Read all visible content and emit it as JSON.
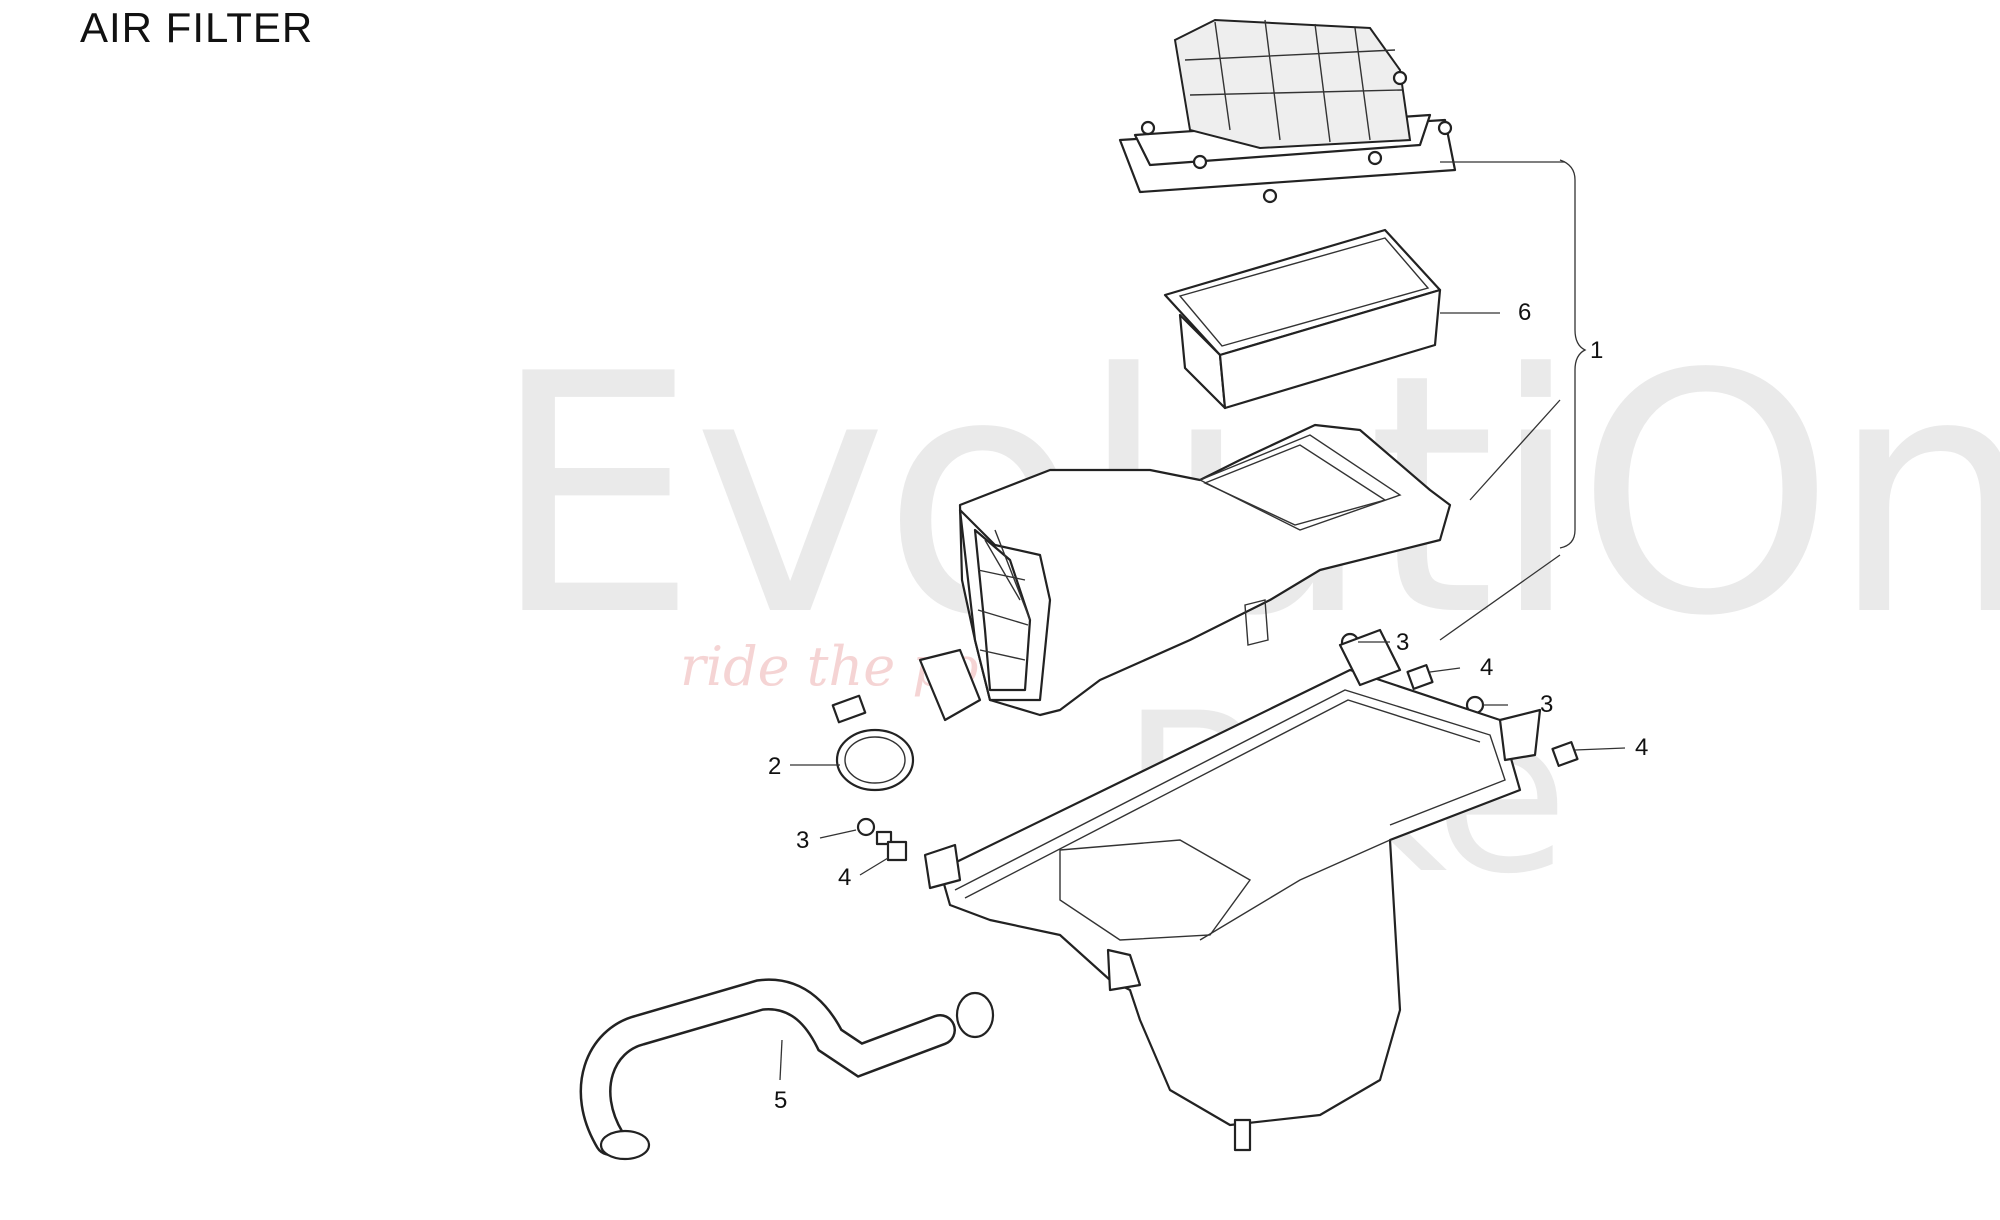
{
  "title": "AIR FILTER",
  "watermark": {
    "main_text": "EvolutiOn",
    "sub_text": "ride the power",
    "secondary_text": "Bike"
  },
  "callouts": {
    "assembly": "1",
    "clamp": "2",
    "screw_top_a": "3",
    "screw_top_b": "3",
    "screw_left": "3",
    "nut_top_a": "4",
    "nut_top_b": "4",
    "nut_left": "4",
    "hose": "5",
    "filter_element": "6"
  },
  "colors": {
    "line": "#222222",
    "watermark_grey": "#d9d9d9",
    "watermark_red": "#f2c6c6"
  }
}
